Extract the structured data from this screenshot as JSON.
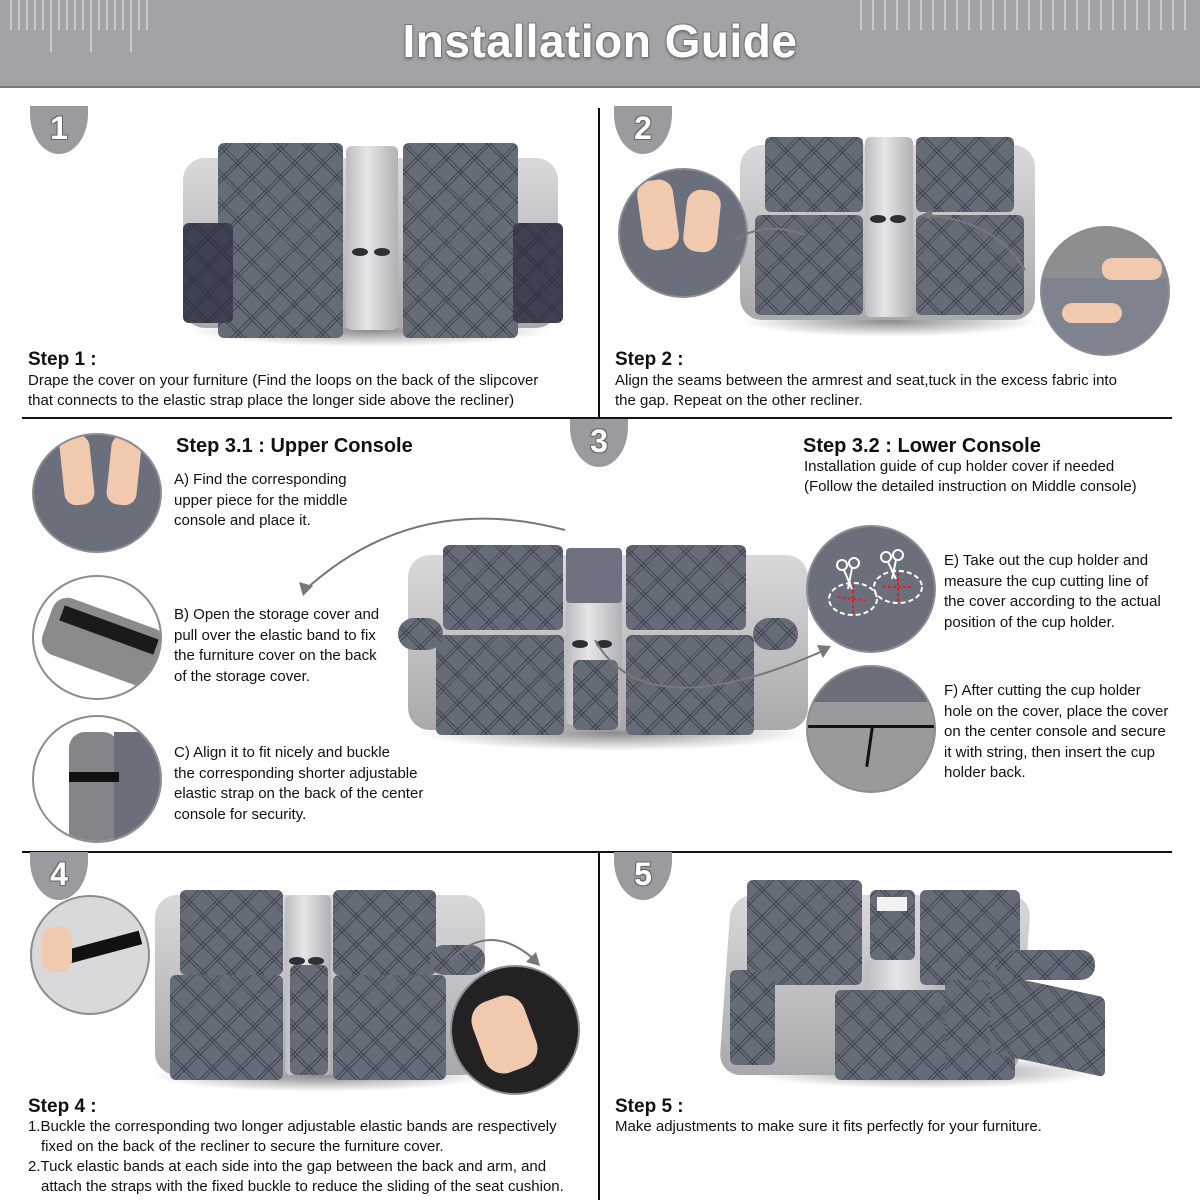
{
  "header": {
    "title": "Installation Guide"
  },
  "colors": {
    "header_bg": "#a3a3a7",
    "badge_bg": "#9b9b9f",
    "cover_fabric": "#666b78",
    "text": "#111111",
    "cut_line": "#e02020"
  },
  "steps": {
    "step1": {
      "badge": "1",
      "heading": "Step 1 :",
      "lines": [
        "Drape the cover on your furniture (Find the loops on the back of the slipcover",
        "that connects to the elastic strap place the longer side above the recliner)"
      ]
    },
    "step2": {
      "badge": "2",
      "heading": "Step 2 :",
      "lines": [
        "Align the seams between the armrest and seat,tuck in the excess fabric into",
        "the gap. Repeat on the other recliner."
      ]
    },
    "step3": {
      "badge": "3",
      "upper": {
        "heading": "Step 3.1 : Upper Console",
        "a": [
          "A) Find the corresponding",
          "upper piece for the middle",
          "console and place it."
        ],
        "b": [
          "B) Open the storage cover and",
          "pull over the elastic band to fix",
          "the furniture cover on the back",
          "of the storage cover."
        ],
        "c": [
          "C) Align it to fit nicely and buckle",
          "the corresponding shorter adjustable",
          "elastic strap on the back of the center",
          "console for security."
        ]
      },
      "lower": {
        "heading": "Step 3.2 : Lower Console",
        "intro": [
          "Installation guide of cup holder cover if needed",
          "(Follow the detailed instruction on Middle console)"
        ],
        "e": [
          "E)  Take out the cup holder and",
          "measure the cup cutting line of",
          "the cover according to the actual",
          "position of the cup holder."
        ],
        "f": [
          "F)  After cutting the cup holder",
          "hole on the cover, place the cover",
          "on the center console and secure",
          "it with string, then insert the cup",
          "holder back."
        ]
      }
    },
    "step4": {
      "badge": "4",
      "heading": "Step 4 :",
      "lines": [
        "1.Buckle the corresponding two longer adjustable elastic bands are respectively",
        "fixed on the back of the recliner to secure the furniture cover.",
        "2.Tuck elastic bands at each side into the gap between the back and arm, and",
        "attach the straps with the fixed buckle to reduce the sliding of the seat cushion."
      ]
    },
    "step5": {
      "badge": "5",
      "heading": "Step 5 :",
      "lines": [
        "Make adjustments to make sure it fits perfectly for your furniture."
      ]
    }
  },
  "illustrations": {
    "step1": "loveseat-with-draped-cover",
    "step2": "loveseat-with-tucked-cover",
    "step2_detail_left": "hands-tucking-fabric",
    "step2_detail_right": "hands-smoothing-armrest",
    "step3_main": "loveseat-console-cover",
    "step3_a": "hands-placing-upper-piece",
    "step3_b": "storage-cover-elastic-band",
    "step3_c": "center-console-strap-buckle",
    "step3_e": "scissors-cup-cutting-lines",
    "step3_f": "cup-holder-string-tie",
    "step4": "loveseat-with-straps",
    "step4_detail_left": "buckle-clip",
    "step4_detail_right": "hand-attaching-strap",
    "step5": "loveseat-fully-covered-reclined"
  }
}
